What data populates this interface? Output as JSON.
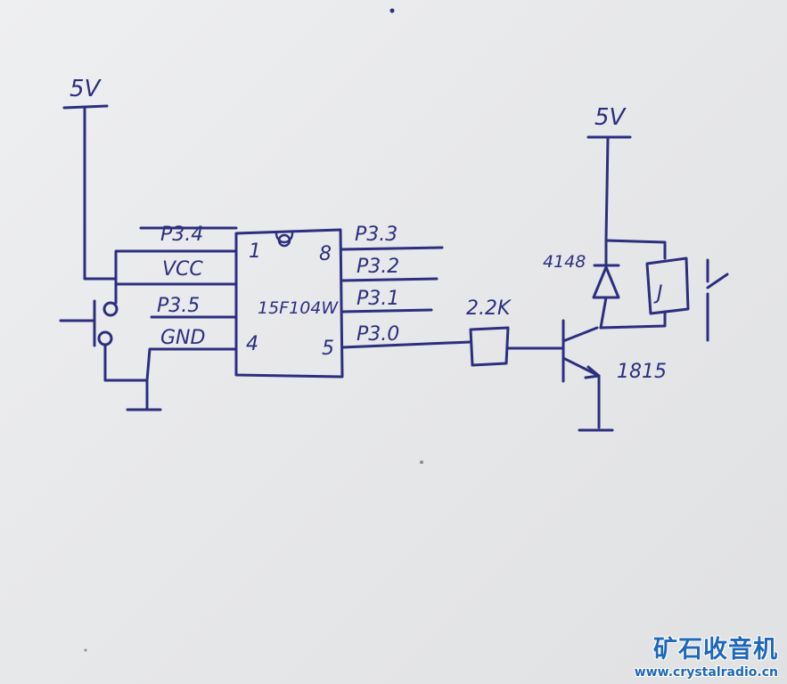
{
  "left_supply": {
    "label": "5V"
  },
  "right_supply": {
    "label": "5V"
  },
  "chip": {
    "part_number": "15F104W",
    "pin_numbers": {
      "p1": "1",
      "p4": "4",
      "p5": "5",
      "p8": "8"
    },
    "left_pins": [
      "P3.4",
      "VCC",
      "P3.5",
      "GND"
    ],
    "right_pins": [
      "P3.3",
      "P3.2",
      "P3.1",
      "P3.0"
    ]
  },
  "resistor": {
    "value": "2.2K"
  },
  "diode": {
    "part_number": "4148"
  },
  "relay": {
    "symbol": "J"
  },
  "transistor": {
    "part_number": "1815"
  },
  "watermark": {
    "title": "矿石收音机",
    "url": "www.crystalradio.cn",
    "color": "#1f67b8"
  },
  "ink_color": "#2b2f7e"
}
